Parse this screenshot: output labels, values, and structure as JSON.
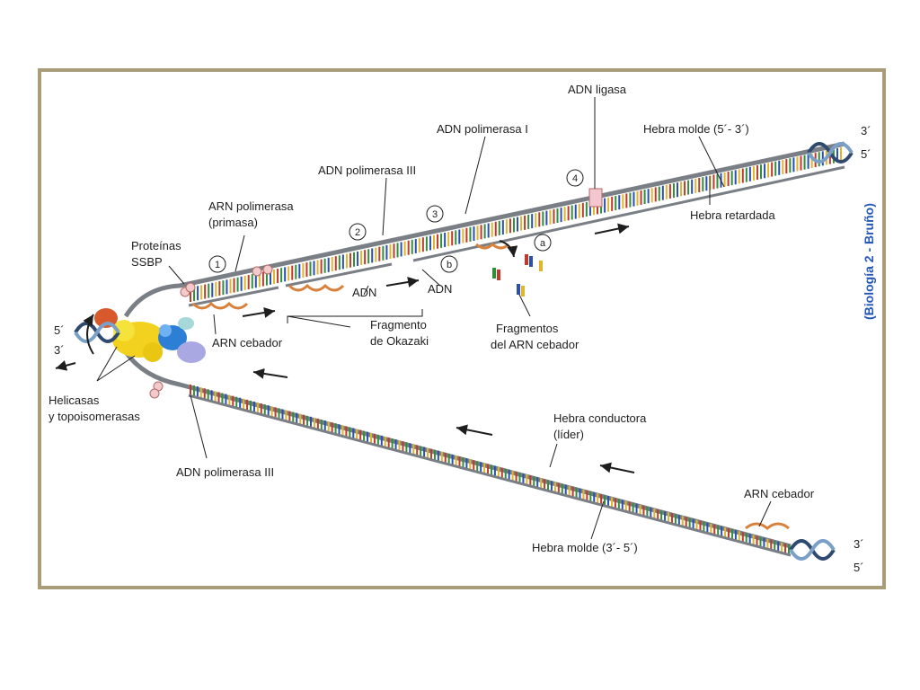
{
  "labels": {
    "adn_ligasa": "ADN ligasa",
    "adn_pol_i": "ADN polimerasa I",
    "hebra_molde_top": "Hebra molde (5´- 3´)",
    "adn_pol_iii_top": "ADN polimerasa III",
    "arn_pol": "ARN polimerasa",
    "primasa": "(primasa)",
    "proteinas": "Proteínas",
    "ssbp": "SSBP",
    "hebra_retardada": "Hebra retardada",
    "adn_1": "ADN",
    "adn_2": "ADN",
    "arn_cebador_top": "ARN cebador",
    "fragmento": "Fragmento",
    "de_okazaki": "de Okazaki",
    "fragmentos": "Fragmentos",
    "del_arn_cebador": "del ARN cebador",
    "helicasas": "Helicasas",
    "y_topo": "y topoisomerasas",
    "adn_pol_iii_bottom": "ADN polimerasa III",
    "hebra_conductora": "Hebra conductora",
    "lider": "(líder)",
    "arn_cebador_bottom": "ARN cebador",
    "hebra_molde_bottom": "Hebra molde (3´- 5´)",
    "side_credit": "(Biología 2 - Bruño)"
  },
  "ends": {
    "top_3": "3´",
    "top_5": "5´",
    "bottom_3": "3´",
    "bottom_5": "5´",
    "left_5": "5´",
    "left_3": "3´"
  },
  "step_markers": {
    "n1": "1",
    "n2": "2",
    "n3": "3",
    "n4": "4",
    "a": "a",
    "b": "b"
  },
  "colors": {
    "frame": "#a89d78",
    "backbone": "#7a7f86",
    "primer": "#d9813a",
    "side_text": "#2457b8",
    "bar_colors": [
      "#c0392b",
      "#2f8f3a",
      "#2a4fb0",
      "#e0b52a"
    ]
  }
}
